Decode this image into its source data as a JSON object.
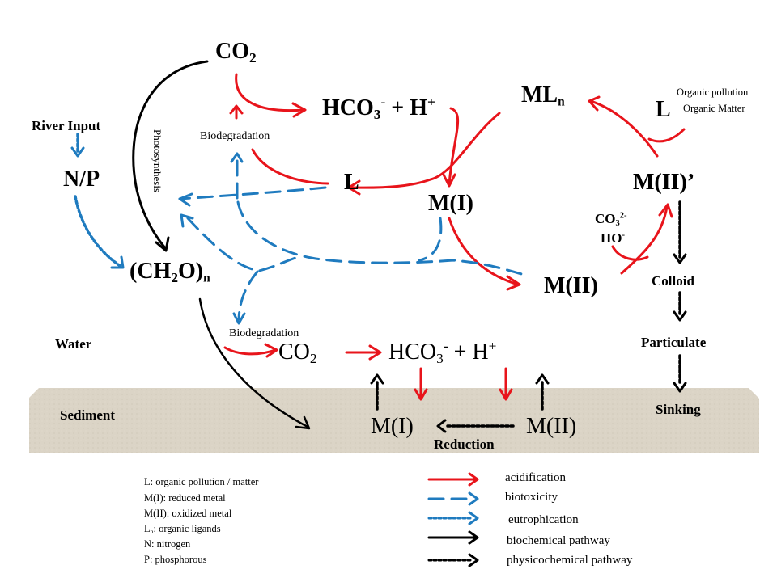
{
  "colors": {
    "acidification": "#e8141b",
    "biotoxicity": "#1f7bbf",
    "eutrophication": "#1f7bbf",
    "biochemical": "#000000",
    "physicochemical": "#000000",
    "sediment": "#d9d2c4"
  },
  "nodes": {
    "co2_top": {
      "main": "CO",
      "sub": "2"
    },
    "hco3_top": {
      "main": "HCO",
      "sub": "3",
      "sup": "-",
      "plus": " + H",
      "sup2": "+"
    },
    "ml_n": {
      "main": "ML",
      "sub": "n"
    },
    "l_right": "L",
    "l_right_note_1": "Organic pollution",
    "l_right_note_2": "Organic Matter",
    "l_center": "L",
    "m1_water": "M(I)",
    "m2_prime": "M(II)’",
    "m2_water": "M(II)",
    "np": "N/P",
    "river_input": "River Input",
    "ch2o": {
      "open": "(CH",
      "sub": "2",
      "close": "O)",
      "sub2": "n"
    },
    "co3": {
      "main": "CO",
      "sub": "3",
      "sup": "2-"
    },
    "ho": {
      "main": "HO",
      "sup": "-"
    },
    "colloid": "Colloid",
    "particulate": "Particulate",
    "sinking": "Sinking",
    "co2_bottom": {
      "main": "CO",
      "sub": "2"
    },
    "hco3_bottom": {
      "main": "HCO",
      "sub": "3",
      "sup": "-",
      "plus": " + H",
      "sup2": "+"
    },
    "m1_sediment": "M(I)",
    "m2_sediment": "M(II)",
    "reduction": "Reduction"
  },
  "labels": {
    "photosynthesis": "Photosynthesis",
    "biodegradation_top": "Biodegradation",
    "biodegradation_bottom": "Biodegradation",
    "water": "Water",
    "sediment": "Sediment"
  },
  "definitions": [
    {
      "term": "L",
      "sub": "",
      "text": ": organic   pollution  / matter"
    },
    {
      "term": "M(I)",
      "sub": "",
      "text": ":  reduced metal"
    },
    {
      "term": "M(II)",
      "sub": "",
      "text": ": oxidized   metal"
    },
    {
      "term": "L",
      "sub": "n",
      "text": ": organic  ligands"
    },
    {
      "term": "N",
      "sub": "",
      "text": ": nitrogen"
    },
    {
      "term": "P",
      "sub": "",
      "text": ": phosphorous"
    }
  ],
  "legend": [
    {
      "label": "acidification",
      "style": "solid",
      "color": "#e8141b"
    },
    {
      "label": "biotoxicity",
      "style": "dashed",
      "color": "#1f7bbf"
    },
    {
      "label": "eutrophication",
      "style": "dotted",
      "color": "#1f7bbf"
    },
    {
      "label": "biochemical pathway",
      "style": "solid",
      "color": "#000000"
    },
    {
      "label": "physicochemical pathway",
      "style": "dotted",
      "color": "#000000"
    }
  ]
}
